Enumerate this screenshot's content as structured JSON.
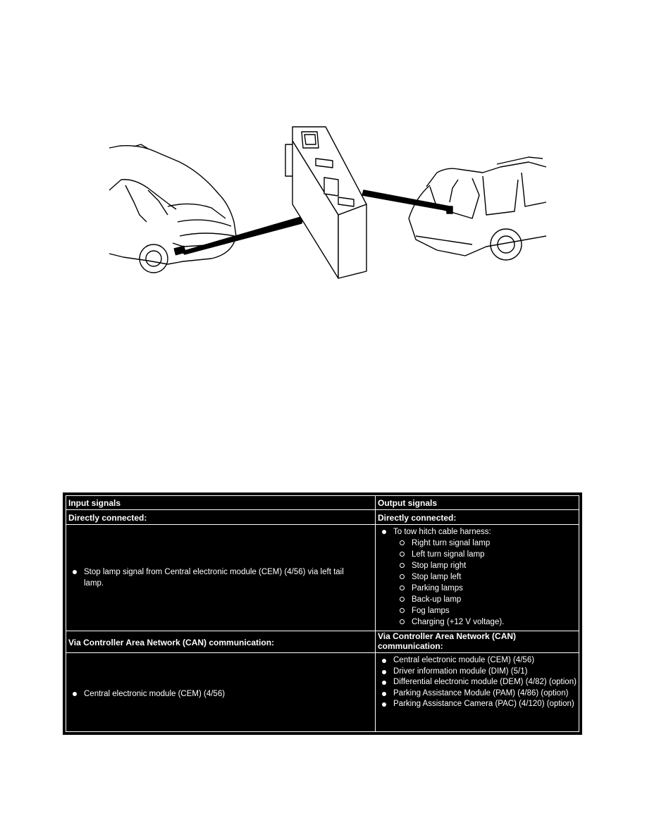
{
  "table": {
    "input_header": "Input signals",
    "output_header": "Output signals",
    "direct_in": "Directly connected:",
    "direct_out": "Directly connected:",
    "input_direct": "Stop lamp signal from Central electronic module (CEM) (4/56) via left tail lamp.",
    "output_direct_lead": "To tow hitch cable harness:",
    "output_direct_items": [
      "Right turn signal lamp",
      "Left turn signal lamp",
      "Stop lamp right",
      "Stop lamp left",
      "Parking lamps",
      "Back-up lamp",
      "Fog lamps",
      "Charging (+12 V voltage)."
    ],
    "can_in": "Via Controller Area Network (CAN) communication:",
    "can_out": "Via Controller Area Network (CAN) communication:",
    "input_can": "Central electronic module (CEM) (4/56)",
    "output_can": [
      "Central electronic module (CEM) (4/56)",
      "Driver information module (DIM) (5/1)",
      "Differential electronic module (DEM) (4/82) (option)",
      "Parking Assistance Module (PAM) (4/86) (option)",
      "Parking Assistance Camera (PAC) (4/120) (option)"
    ]
  }
}
